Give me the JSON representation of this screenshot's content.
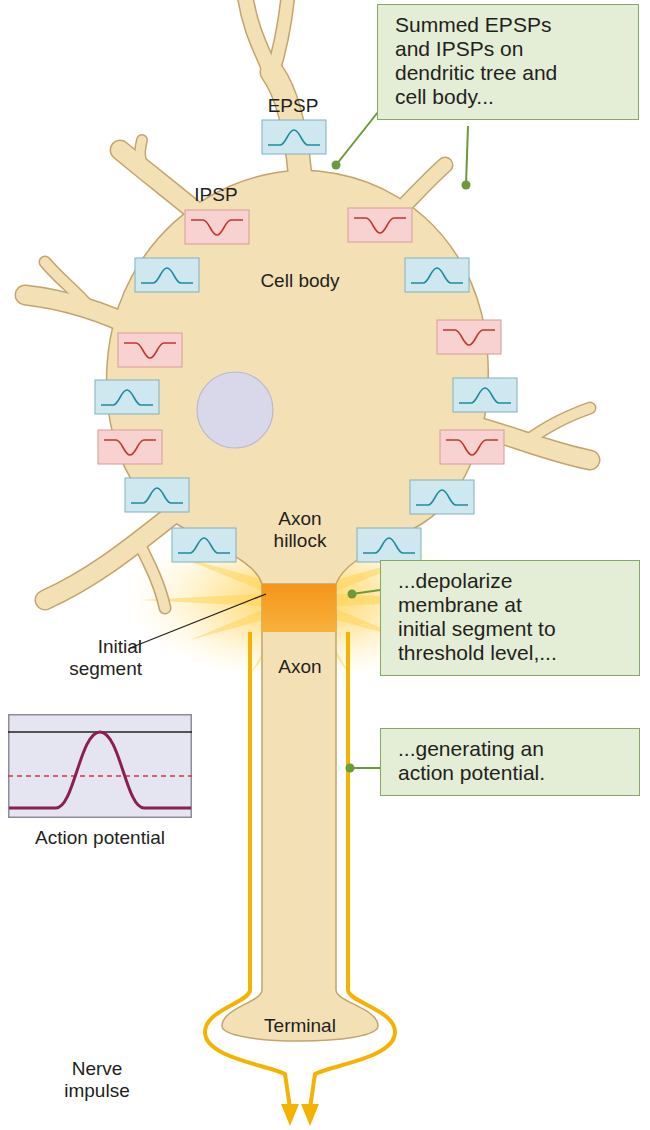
{
  "diagram": {
    "nodes": [
      {
        "text": [
          "Summed EPSPs and IPSPs on dendritic tree and cell body..."
        ]
      },
      {
        "text": [
          "...depolarize membrane at initial segment to threshold level,..."
        ]
      },
      {
        "text": [
          "Action potential"
        ]
      },
      {
        "text": [
          "...generating an action potential."
        ]
      }
    ],
    "labels": [
      "EPSP",
      "IPSP",
      "Cell body",
      "Axon hillock",
      "Initial segment",
      "Axon",
      "Terminal",
      "Nerve impulse"
    ]
  }
}
